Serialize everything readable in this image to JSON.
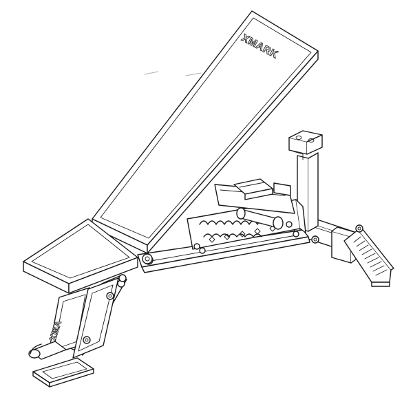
{
  "drawing": {
    "subject": "adjustable-weight-bench-line-art",
    "line_color": "#1a1a1a",
    "background_color": "#ffffff"
  },
  "branding": {
    "backrest_logo": "XMARK",
    "leg_logo": "XMA"
  }
}
